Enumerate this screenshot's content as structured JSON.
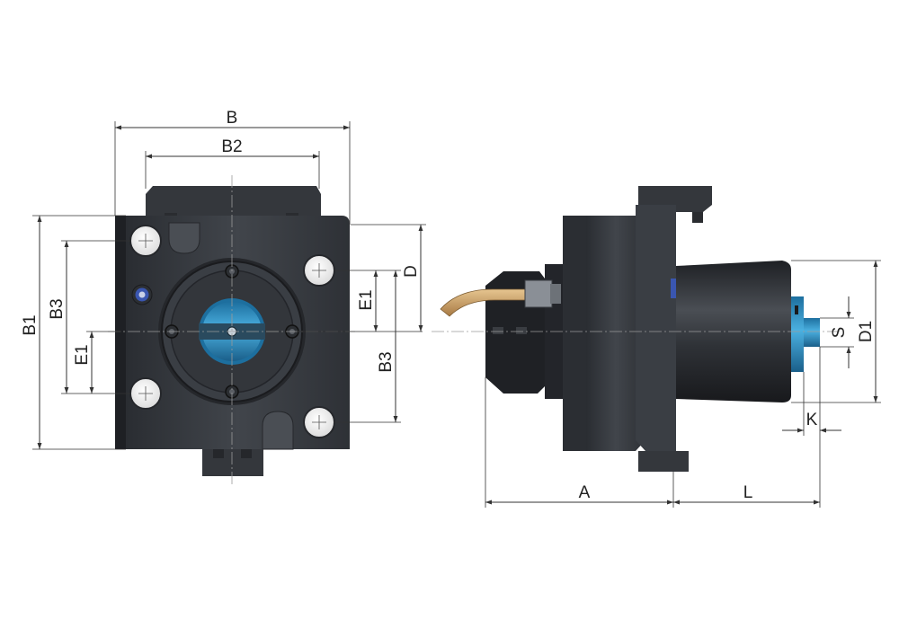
{
  "labels": {
    "B": "B",
    "B2": "B2",
    "B1": "B1",
    "B3_left": "B3",
    "E1_left": "E1",
    "E1_right": "E1",
    "B3_right": "B3",
    "D": "D",
    "S": "S",
    "D1": "D1",
    "K": "K",
    "A": "A",
    "L": "L"
  },
  "colors": {
    "body_dark": "#2d3035",
    "body_mid": "#3d4147",
    "body_light": "#55595f",
    "spindle_blue": "#2f8fc3",
    "coolant_pipe": "#c9a06a",
    "marker_blue": "#3a56b0"
  }
}
